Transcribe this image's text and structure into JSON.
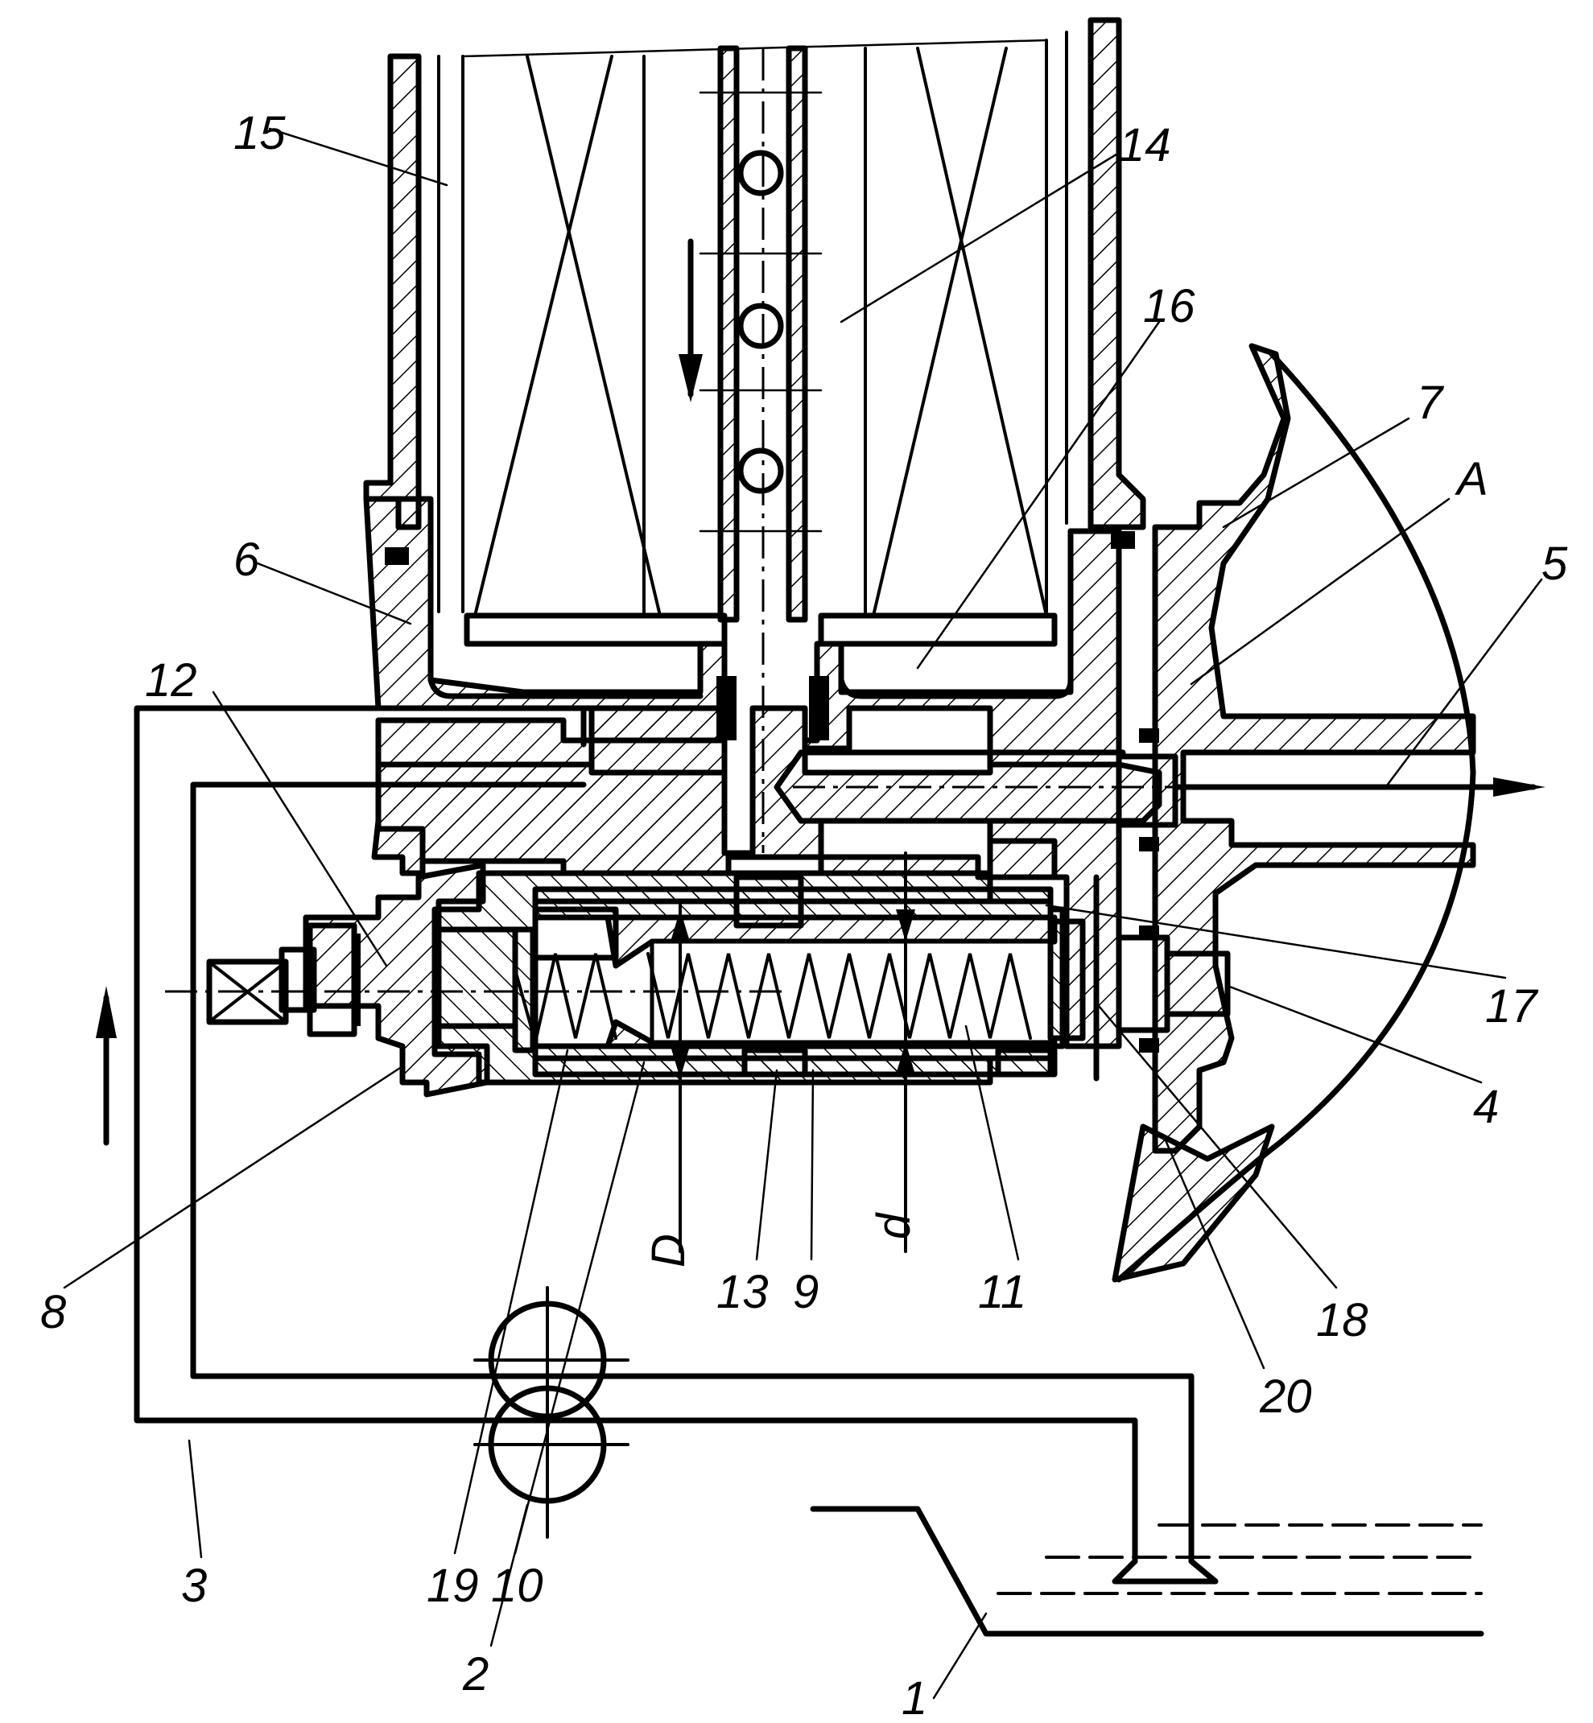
{
  "diagram": {
    "labels": [
      {
        "id": "1",
        "text": "1"
      },
      {
        "id": "2",
        "text": "2"
      },
      {
        "id": "3",
        "text": "3"
      },
      {
        "id": "4",
        "text": "4"
      },
      {
        "id": "5",
        "text": "5"
      },
      {
        "id": "6",
        "text": "6"
      },
      {
        "id": "7",
        "text": "7"
      },
      {
        "id": "8",
        "text": "8"
      },
      {
        "id": "9",
        "text": "9"
      },
      {
        "id": "10",
        "text": "10"
      },
      {
        "id": "11",
        "text": "11"
      },
      {
        "id": "12",
        "text": "12"
      },
      {
        "id": "13",
        "text": "13"
      },
      {
        "id": "14",
        "text": "14"
      },
      {
        "id": "15",
        "text": "15"
      },
      {
        "id": "16",
        "text": "16"
      },
      {
        "id": "17",
        "text": "17"
      },
      {
        "id": "18",
        "text": "18"
      },
      {
        "id": "19",
        "text": "19"
      },
      {
        "id": "20",
        "text": "20"
      },
      {
        "id": "A",
        "text": "A"
      },
      {
        "id": "D",
        "text": "D"
      },
      {
        "id": "d",
        "text": "d"
      }
    ]
  }
}
